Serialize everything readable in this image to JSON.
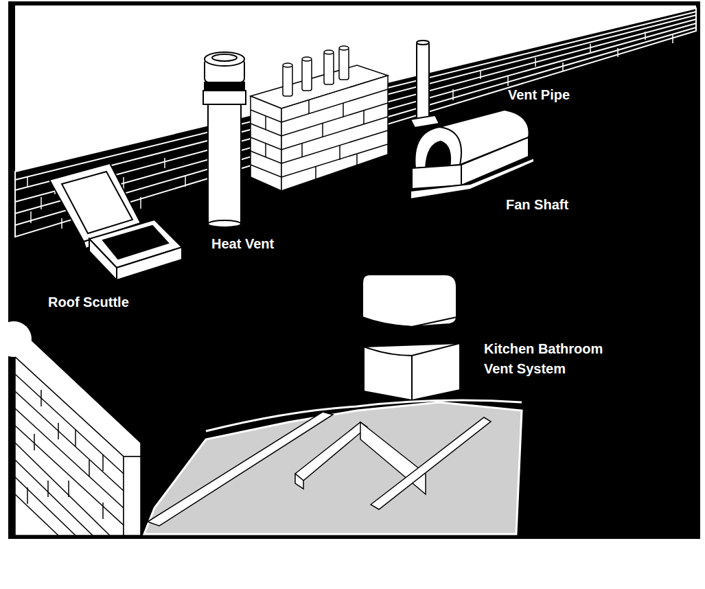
{
  "diagram": {
    "labels": [
      "Vent Pipe",
      "Fan Shaft",
      "Heat Vent",
      "Roof Scuttle",
      "Kitchen Bathroom Vent System"
    ]
  }
}
